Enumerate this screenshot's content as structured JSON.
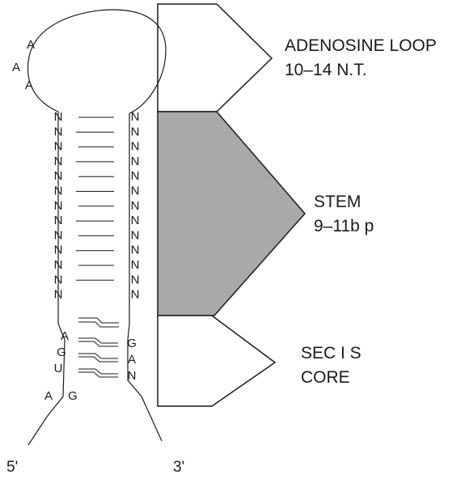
{
  "colors": {
    "stem_fill": "#a9a9a9",
    "line": "#1a1a1a",
    "box_fill": "#ffffff"
  },
  "loop": {
    "bases": [
      "A",
      "A",
      "A"
    ]
  },
  "stem": {
    "left_bases": [
      "N",
      "N",
      "N",
      "N",
      "N",
      "N",
      "N",
      "N",
      "N",
      "N",
      "N",
      "N",
      "N"
    ],
    "right_bases": [
      "N",
      "N",
      "N",
      "N",
      "N",
      "N",
      "N",
      "N",
      "N",
      "N",
      "N",
      "N",
      "N"
    ]
  },
  "core": {
    "left_bases": [
      "A",
      "G",
      "U"
    ],
    "right_bases": [
      "G",
      "A",
      "N"
    ],
    "tail_bases": [
      "A",
      "G"
    ]
  },
  "labels": {
    "loop_title": "ADENOSINE LOOP",
    "loop_size": "10–14 N.T.",
    "stem_title": "STEM",
    "stem_size": "9–11b p",
    "core_title": "SEC I S",
    "core_sub": "CORE"
  },
  "ends": {
    "five_prime": "5'",
    "three_prime": "3'"
  }
}
